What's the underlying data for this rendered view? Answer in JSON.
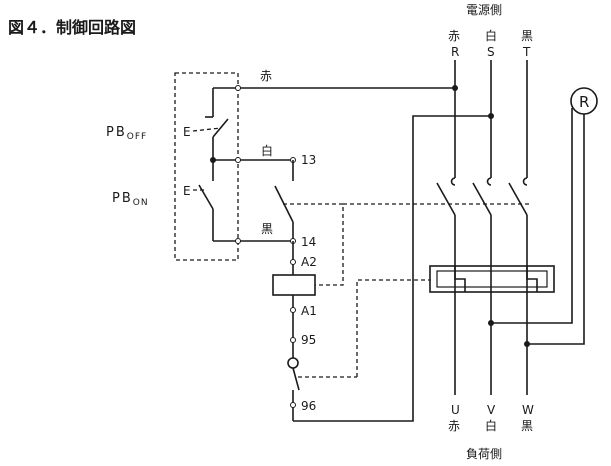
{
  "title": "図４．制御回路図",
  "power_side": {
    "label": "電源側",
    "phases": [
      {
        "color": "赤",
        "letter": "R"
      },
      {
        "color": "白",
        "letter": "S"
      },
      {
        "color": "黒",
        "letter": "T"
      }
    ]
  },
  "load_side": {
    "label": "負荷側",
    "phases": [
      {
        "letter": "U",
        "color": "赤"
      },
      {
        "letter": "V",
        "color": "白"
      },
      {
        "letter": "W",
        "color": "黒"
      }
    ]
  },
  "indicator": {
    "symbol": "R"
  },
  "switches": {
    "pb_off": {
      "main": "PB",
      "sub": "OFF"
    },
    "pb_on": {
      "main": "PB",
      "sub": "ON"
    },
    "e_mark": "E"
  },
  "wire_labels": {
    "red": "赤",
    "white": "白",
    "black": "黒"
  },
  "terminals": {
    "t13": "13",
    "t14": "14",
    "a2": "A2",
    "a1": "A1",
    "t95": "95",
    "t96": "96"
  }
}
